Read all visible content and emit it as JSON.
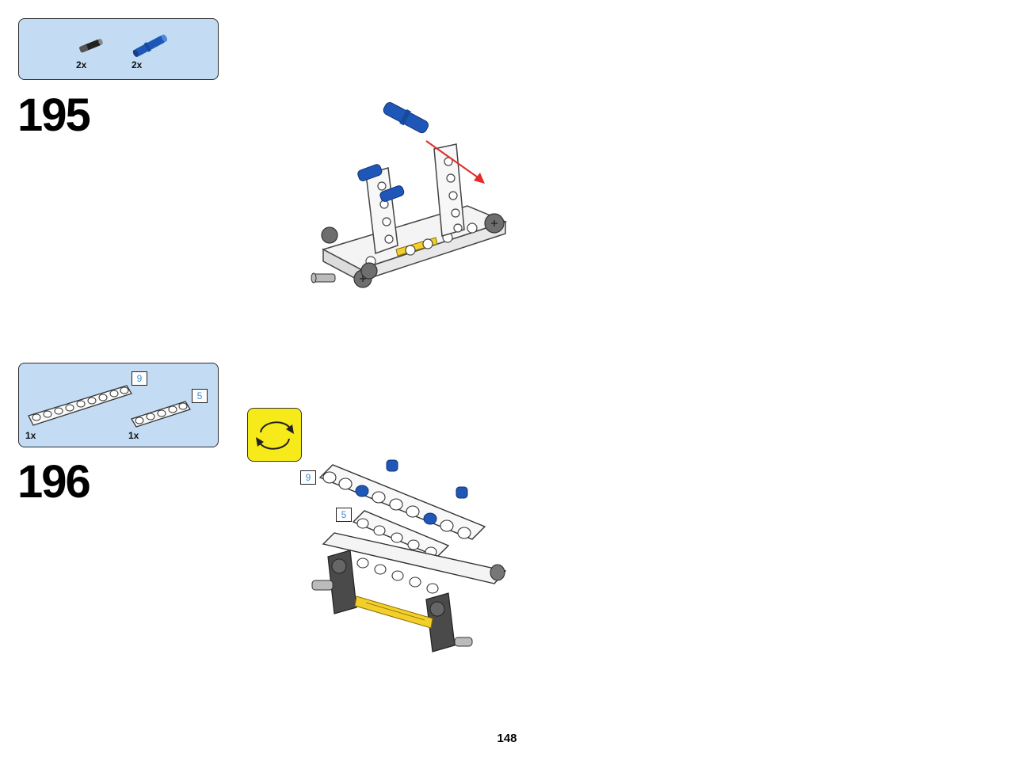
{
  "steps": [
    {
      "number": "195",
      "parts": [
        {
          "icon": "black-axle-pin-icon",
          "qty": "2x"
        },
        {
          "icon": "blue-axle-pin-icon",
          "qty": "2x"
        }
      ]
    },
    {
      "number": "196",
      "parts": [
        {
          "icon": "white-beam-9-icon",
          "qty": "1x",
          "length": "9"
        },
        {
          "icon": "white-beam-5-icon",
          "qty": "1x",
          "length": "5"
        }
      ],
      "callouts": [
        {
          "label": "9"
        },
        {
          "label": "5"
        }
      ],
      "rotate_icon": "rotate-model-icon"
    }
  ],
  "page_number": "148",
  "colors": {
    "parts_box_bg": "#c3dcf4",
    "rotate_bg": "#f6ea1a",
    "pin_blue": "#1e57b8",
    "axle_yellow": "#f2cf2a",
    "arrow_red": "#e22b2b",
    "badge_text": "#3a8fd6"
  }
}
